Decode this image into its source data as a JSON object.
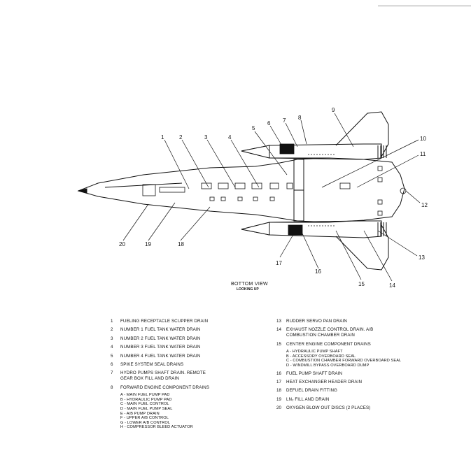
{
  "view_title": "BOTTOM VIEW",
  "view_subtitle": "LOOKING UP",
  "callout_numbers": [
    "1",
    "2",
    "3",
    "4",
    "5",
    "6",
    "7",
    "8",
    "9",
    "10",
    "11",
    "12",
    "13",
    "14",
    "15",
    "16",
    "17",
    "18",
    "19",
    "20"
  ],
  "legend_left": [
    {
      "num": "1",
      "text": "FUELING RECEPTACLE SCUPPER DRAIN"
    },
    {
      "num": "2",
      "text": "NUMBER 1 FUEL TANK WATER DRAIN"
    },
    {
      "num": "3",
      "text": "NUMBER 2 FUEL TANK WATER DRAIN"
    },
    {
      "num": "4",
      "text": "NUMBER 3 FUEL TANK WATER DRAIN"
    },
    {
      "num": "5",
      "text": "NUMBER 4 FUEL TANK WATER DRAIN"
    },
    {
      "num": "6",
      "text": "SPIKE SYSTEM SEAL DRAINS"
    },
    {
      "num": "7",
      "text": "HYDRO PUMPS SHAFT DRAIN.  REMOTE\nGEAR BOX FILL AND DRAIN"
    },
    {
      "num": "8",
      "text": "FORWARD ENGINE COMPONENT DRAINS"
    }
  ],
  "legend_left_subitems": [
    "A - MAIN FUEL PUMP PAD",
    "B - HYDRAULIC PUMP PAD",
    "C - MAIN FUEL CONTROL",
    "D - MAIN FUEL PUMP SEAL",
    "E - A/B PUMP DRAIN",
    "F - UPPER A/B CONTROL",
    "G - LOWER A/B CONTROL",
    "H - COMPRESSOR BLEED ACTUATOR"
  ],
  "legend_right": [
    {
      "num": "13",
      "text": "RUDDER SERVO PAN DRAIN"
    },
    {
      "num": "14",
      "text": "EXHAUST NOZZLE CONTROL DRAIN.  A/B\nCOMBUSTION CHAMBER DRAIN"
    },
    {
      "num": "15",
      "text": "CENTER ENGINE COMPONENT DRAINS"
    }
  ],
  "legend_right_subitems": [
    "A - HYDRAULIC PUMP SHAFT",
    "B - ACCESSORY OVERBOARD SEAL",
    "C - COMBUSTION CHAMBER FORWARD OVERBOARD SEAL",
    "D - WINDMILL BYPASS OVERBOARD DUMP"
  ],
  "legend_right_more": [
    {
      "num": "16",
      "text": "FUEL PUMP SHAFT DRAIN"
    },
    {
      "num": "17",
      "text": "HEAT EXCHANGER HEADER DRAIN"
    },
    {
      "num": "18",
      "text": "DEFUEL DRAIN FITTING"
    },
    {
      "num": "19",
      "text": "LN₂ FILL AND DRAIN"
    },
    {
      "num": "20",
      "text": "OXYGEN BLOW OUT DISCS (2 PLACES)"
    }
  ]
}
